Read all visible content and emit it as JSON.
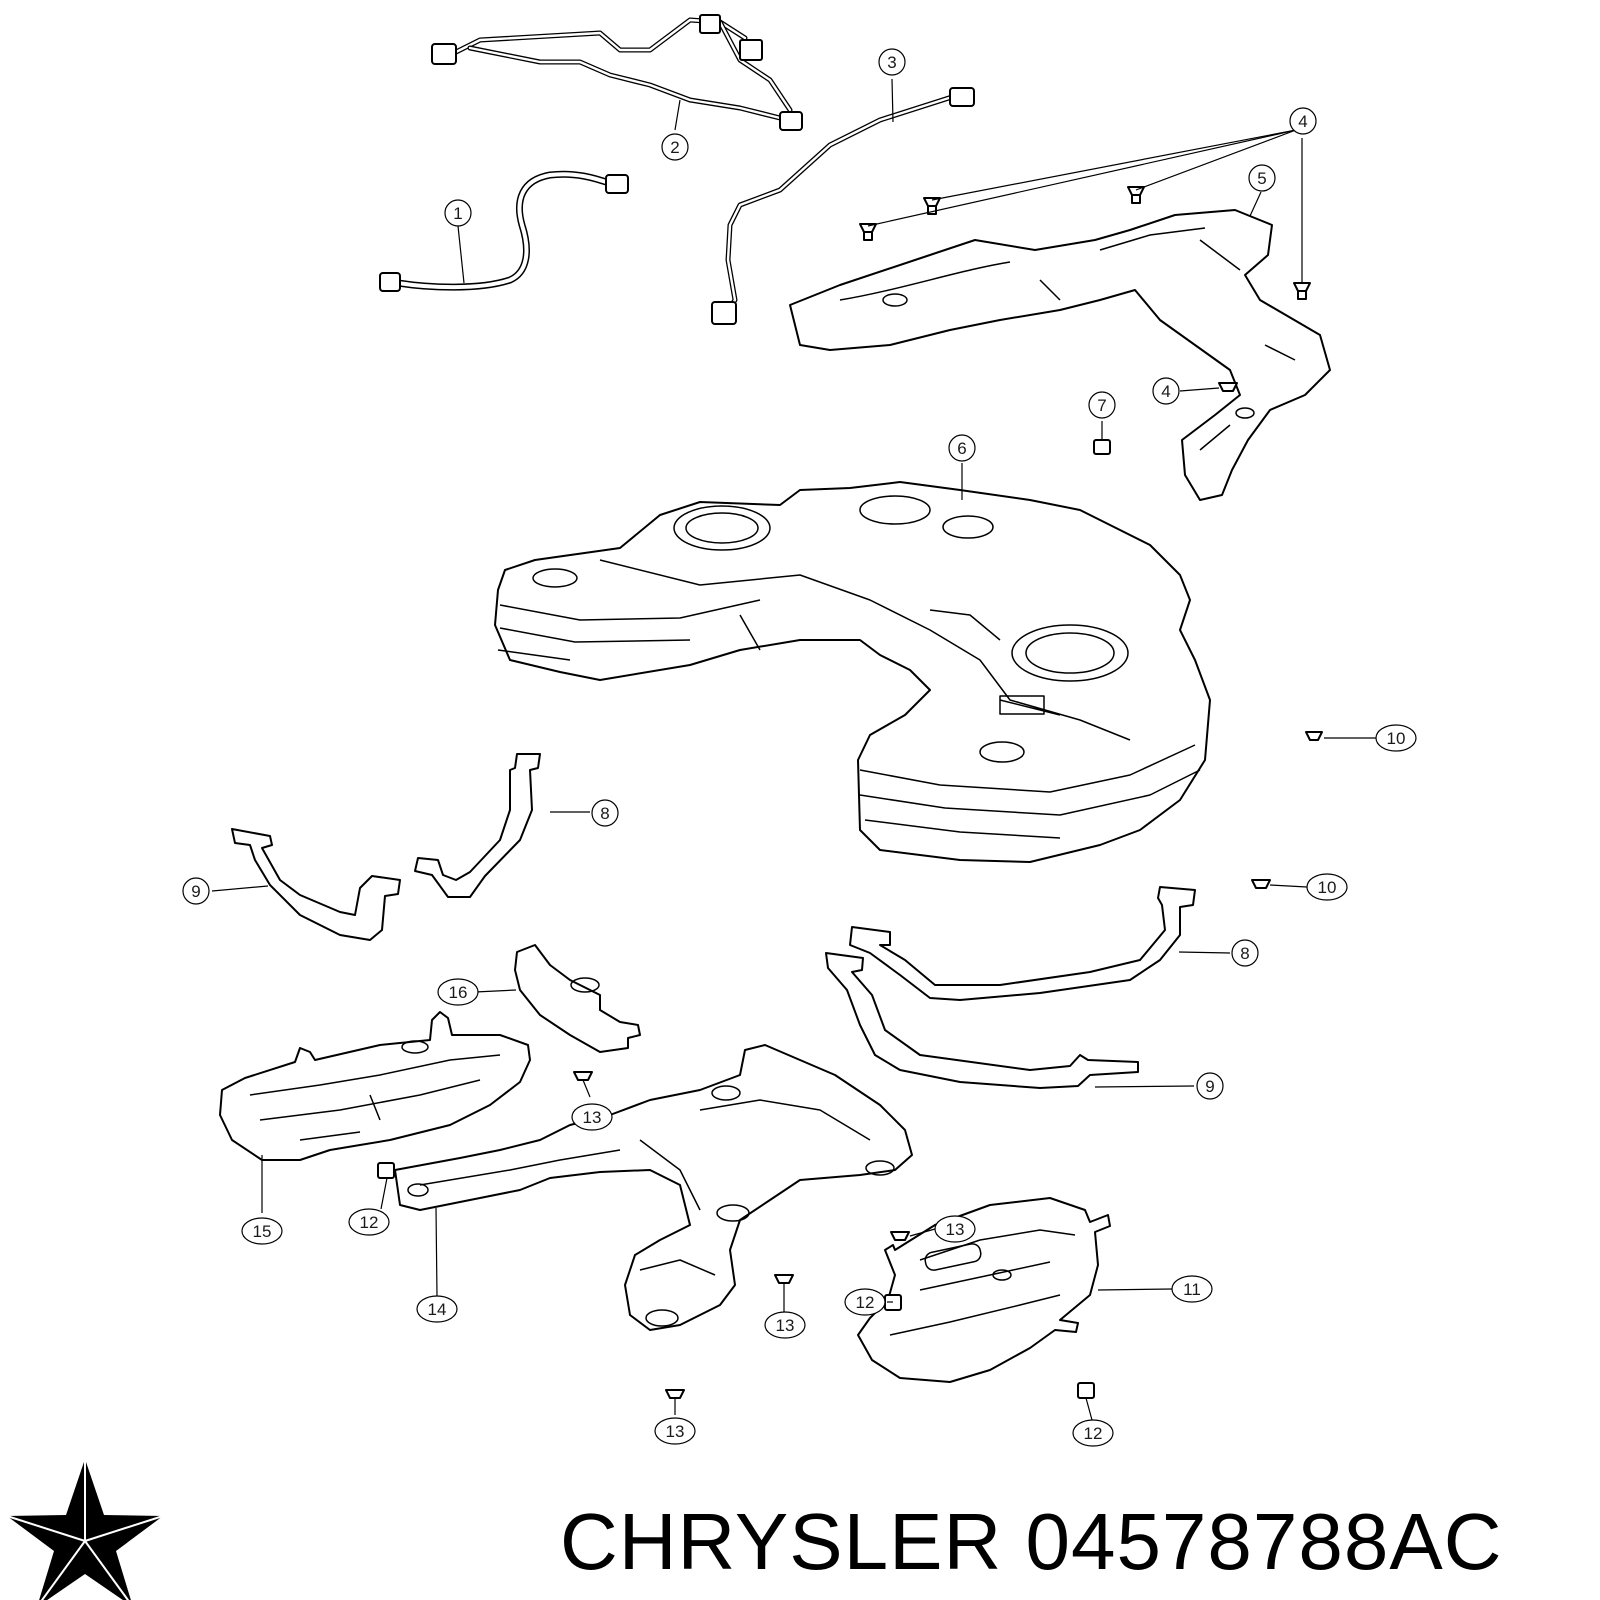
{
  "brand": {
    "name": "CHRYSLER",
    "part_number": "04578788AC",
    "logo_icon": "pentastar-icon",
    "color": "#000000"
  },
  "callouts": [
    {
      "id": "c1",
      "label": "1"
    },
    {
      "id": "c2",
      "label": "2"
    },
    {
      "id": "c3",
      "label": "3"
    },
    {
      "id": "c4a",
      "label": "4"
    },
    {
      "id": "c4b",
      "label": "4"
    },
    {
      "id": "c5",
      "label": "5"
    },
    {
      "id": "c6",
      "label": "6"
    },
    {
      "id": "c7",
      "label": "7"
    },
    {
      "id": "c8a",
      "label": "8"
    },
    {
      "id": "c8b",
      "label": "8"
    },
    {
      "id": "c9a",
      "label": "9"
    },
    {
      "id": "c9b",
      "label": "9"
    },
    {
      "id": "c10a",
      "label": "10"
    },
    {
      "id": "c10b",
      "label": "10"
    },
    {
      "id": "c11",
      "label": "11"
    },
    {
      "id": "c12a",
      "label": "12"
    },
    {
      "id": "c12b",
      "label": "12"
    },
    {
      "id": "c12c",
      "label": "12"
    },
    {
      "id": "c13a",
      "label": "13"
    },
    {
      "id": "c13b",
      "label": "13"
    },
    {
      "id": "c13c",
      "label": "13"
    },
    {
      "id": "c13d",
      "label": "13"
    },
    {
      "id": "c14",
      "label": "14"
    },
    {
      "id": "c15",
      "label": "15"
    },
    {
      "id": "c16",
      "label": "16"
    }
  ]
}
